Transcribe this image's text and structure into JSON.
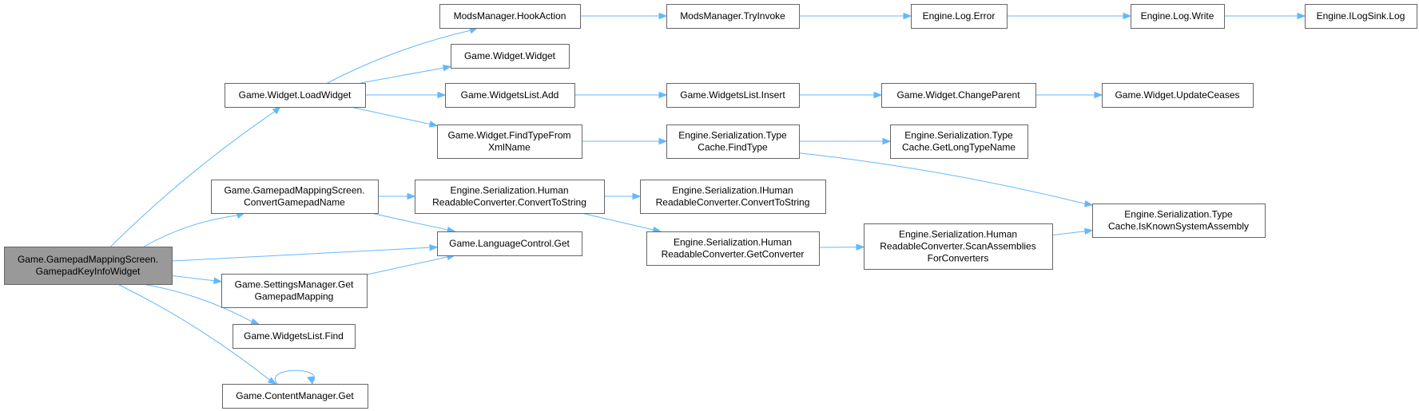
{
  "graph": {
    "edge_color": "#63b8ff",
    "root_fill": "#999999",
    "node_fill": "#ffffff",
    "border_color": "#666666",
    "nodes": [
      {
        "id": "root",
        "lines": [
          "Game.GamepadMappingScreen.",
          "GamepadKeyInfoWidget"
        ],
        "root": true
      },
      {
        "id": "loadwidget",
        "lines": [
          "Game.Widget.LoadWidget"
        ]
      },
      {
        "id": "convertgamepadname",
        "lines": [
          "Game.GamepadMappingScreen.",
          "ConvertGamepadName"
        ]
      },
      {
        "id": "languageget",
        "lines": [
          "Game.LanguageControl.Get"
        ]
      },
      {
        "id": "settingsget",
        "lines": [
          "Game.SettingsManager.Get",
          "GamepadMapping"
        ]
      },
      {
        "id": "widgetslistfind",
        "lines": [
          "Game.WidgetsList.Find"
        ]
      },
      {
        "id": "contentget",
        "lines": [
          "Game.ContentManager.Get"
        ]
      },
      {
        "id": "hookaction",
        "lines": [
          "ModsManager.HookAction"
        ]
      },
      {
        "id": "widgetctor",
        "lines": [
          "Game.Widget.Widget"
        ]
      },
      {
        "id": "widgetslistadd",
        "lines": [
          "Game.WidgetsList.Add"
        ]
      },
      {
        "id": "findtypefromxml",
        "lines": [
          "Game.Widget.FindTypeFrom",
          "XmlName"
        ]
      },
      {
        "id": "humanconvert",
        "lines": [
          "Engine.Serialization.Human",
          "ReadableConverter.ConvertToString"
        ]
      },
      {
        "id": "tryinvoke",
        "lines": [
          "ModsManager.TryInvoke"
        ]
      },
      {
        "id": "widgetslistinsert",
        "lines": [
          "Game.WidgetsList.Insert"
        ]
      },
      {
        "id": "typecachefind",
        "lines": [
          "Engine.Serialization.Type",
          "Cache.FindType"
        ]
      },
      {
        "id": "ihumanconvert",
        "lines": [
          "Engine.Serialization.IHuman",
          "ReadableConverter.ConvertToString"
        ]
      },
      {
        "id": "getconverter",
        "lines": [
          "Engine.Serialization.Human",
          "ReadableConverter.GetConverter"
        ]
      },
      {
        "id": "logerror",
        "lines": [
          "Engine.Log.Error"
        ]
      },
      {
        "id": "changeparent",
        "lines": [
          "Game.Widget.ChangeParent"
        ]
      },
      {
        "id": "getlongtypename",
        "lines": [
          "Engine.Serialization.Type",
          "Cache.GetLongTypeName"
        ]
      },
      {
        "id": "scanassemblies",
        "lines": [
          "Engine.Serialization.Human",
          "ReadableConverter.ScanAssemblies",
          "ForConverters"
        ]
      },
      {
        "id": "logwrite",
        "lines": [
          "Engine.Log.Write"
        ]
      },
      {
        "id": "updateceases",
        "lines": [
          "Game.Widget.UpdateCeases"
        ]
      },
      {
        "id": "isknownsystem",
        "lines": [
          "Engine.Serialization.Type",
          "Cache.IsKnownSystemAssembly"
        ]
      },
      {
        "id": "ilogsink",
        "lines": [
          "Engine.ILogSink.Log"
        ]
      }
    ],
    "edges": [
      [
        "root",
        "loadwidget"
      ],
      [
        "root",
        "convertgamepadname"
      ],
      [
        "root",
        "languageget"
      ],
      [
        "root",
        "settingsget"
      ],
      [
        "root",
        "widgetslistfind"
      ],
      [
        "root",
        "contentget"
      ],
      [
        "loadwidget",
        "hookaction"
      ],
      [
        "loadwidget",
        "widgetctor"
      ],
      [
        "loadwidget",
        "widgetslistadd"
      ],
      [
        "loadwidget",
        "findtypefromxml"
      ],
      [
        "convertgamepadname",
        "humanconvert"
      ],
      [
        "convertgamepadname",
        "languageget"
      ],
      [
        "settingsget",
        "languageget"
      ],
      [
        "contentget",
        "contentget"
      ],
      [
        "hookaction",
        "tryinvoke"
      ],
      [
        "tryinvoke",
        "logerror"
      ],
      [
        "logerror",
        "logwrite"
      ],
      [
        "logwrite",
        "ilogsink"
      ],
      [
        "widgetslistadd",
        "widgetslistinsert"
      ],
      [
        "widgetslistinsert",
        "changeparent"
      ],
      [
        "changeparent",
        "updateceases"
      ],
      [
        "findtypefromxml",
        "typecachefind"
      ],
      [
        "typecachefind",
        "getlongtypename"
      ],
      [
        "typecachefind",
        "isknownsystem"
      ],
      [
        "humanconvert",
        "ihumanconvert"
      ],
      [
        "humanconvert",
        "getconverter"
      ],
      [
        "getconverter",
        "scanassemblies"
      ],
      [
        "scanassemblies",
        "isknownsystem"
      ]
    ]
  }
}
